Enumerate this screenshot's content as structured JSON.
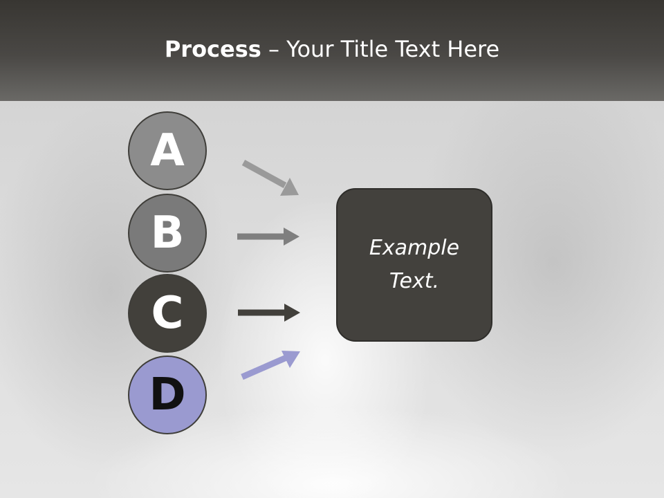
{
  "title": {
    "bold": "Process",
    "rest": " – Your Title Text Here"
  },
  "steps": [
    {
      "label": "A",
      "color": "#8c8c8c"
    },
    {
      "label": "B",
      "color": "#7a7a7a"
    },
    {
      "label": "C",
      "color": "#42403b"
    },
    {
      "label": "D",
      "color": "#9a9ad0"
    }
  ],
  "box": {
    "text": "Example Text."
  },
  "colors": {
    "header": "#383632",
    "arrow_a": "#9a9a9a",
    "arrow_b": "#7f7f7f",
    "arrow_c": "#42403b",
    "arrow_d": "#9a9ad0"
  }
}
